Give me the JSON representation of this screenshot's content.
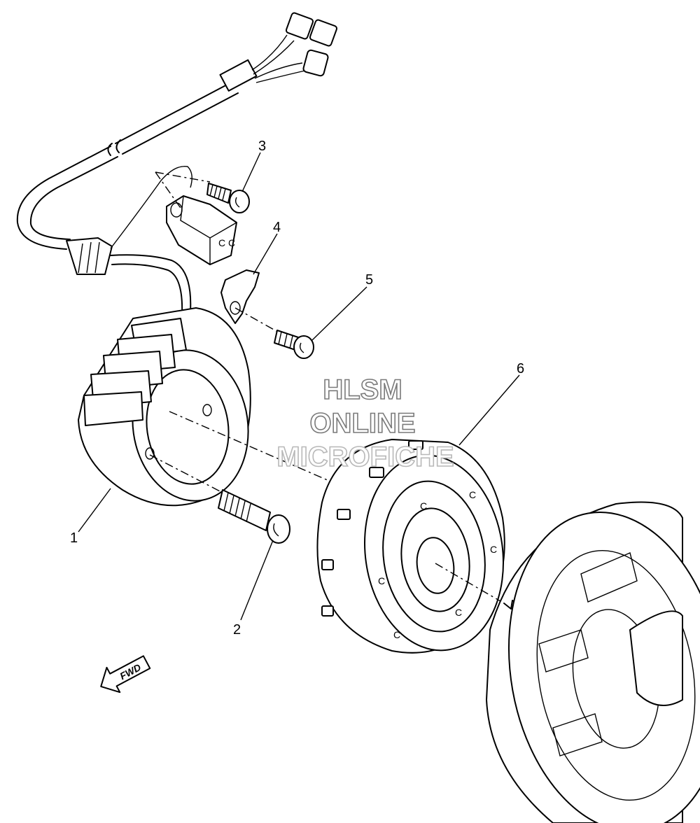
{
  "watermark": {
    "line1": "HLSM",
    "line2": "ONLINE",
    "line3": "MICROFICHE"
  },
  "callouts": {
    "c1": "1",
    "c2": "2",
    "c3": "3",
    "c4": "4",
    "c5": "5",
    "c6": "6"
  },
  "fwd_arrow": {
    "label": "FWD"
  },
  "colors": {
    "line": "#000000",
    "background": "#ffffff",
    "watermark_outline": "#7a7a7a"
  }
}
